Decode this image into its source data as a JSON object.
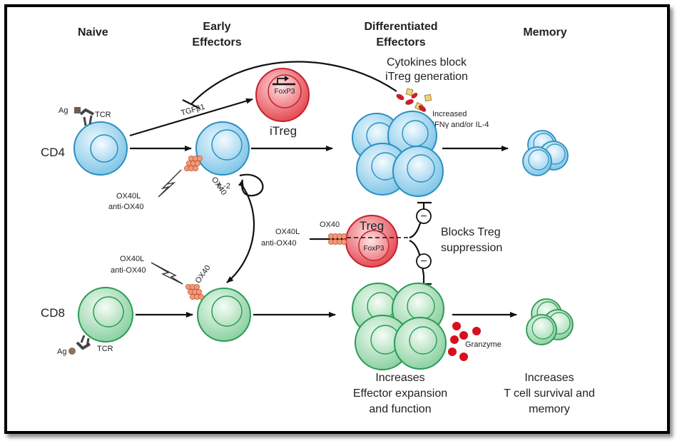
{
  "headers": {
    "naive": "Naive",
    "early_1": "Early",
    "early_2": "Effectors",
    "diff_1": "Differentiated",
    "diff_2": "Effectors",
    "memory": "Memory"
  },
  "rows": {
    "cd4": "CD4",
    "cd8": "CD8"
  },
  "labels": {
    "ag_top": "Ag",
    "tcr_top": "TCR",
    "ag_bottom": "Ag",
    "tcr_bottom": "TCR",
    "tgfb1": "TGFβ1",
    "foxp3_itreg": "FoxP3",
    "itreg": "iTreg",
    "cytokines_1": "Cytokines block",
    "cytokines_2": "iTreg generation",
    "increased_1": "Increased",
    "increased_2": "IFNγ and/or IL-4",
    "ox40l_1": "OX40L",
    "anti_ox40_1": "anti-OX40",
    "ox40_1": "OX40",
    "il2": "IL-2",
    "ox40l_mid": "OX40L",
    "anti_ox40_mid": "anti-OX40",
    "ox40_mid": "OX40",
    "treg": "Treg",
    "foxp3_treg": "FoxP3",
    "minus_top": "−",
    "minus_bottom": "−",
    "blocks_1": "Blocks Treg",
    "blocks_2": "suppression",
    "ox40l_2": "OX40L",
    "anti_ox40_2": "anti-OX40",
    "ox40_2": "OX40",
    "granzyme": "Granzyme",
    "inc_eff_1": "Increases",
    "inc_eff_2": "Effector expansion",
    "inc_eff_3": "and function",
    "inc_mem_1": "Increases",
    "inc_mem_2": "T cell survival and",
    "inc_mem_3": "memory"
  },
  "colors": {
    "cd4_fill": "#a8d8ef",
    "cd4_stroke": "#2b8fc0",
    "cd8_fill": "#b5e2c3",
    "cd8_stroke": "#2c9a55",
    "treg_fill": "#ef6b73",
    "treg_stroke": "#c4222c",
    "ox40_beads": "#f09a7a",
    "granzyme": "#d8101e",
    "cytokine_yellow": "#f2d37a",
    "cytokine_red": "#c8202a"
  }
}
